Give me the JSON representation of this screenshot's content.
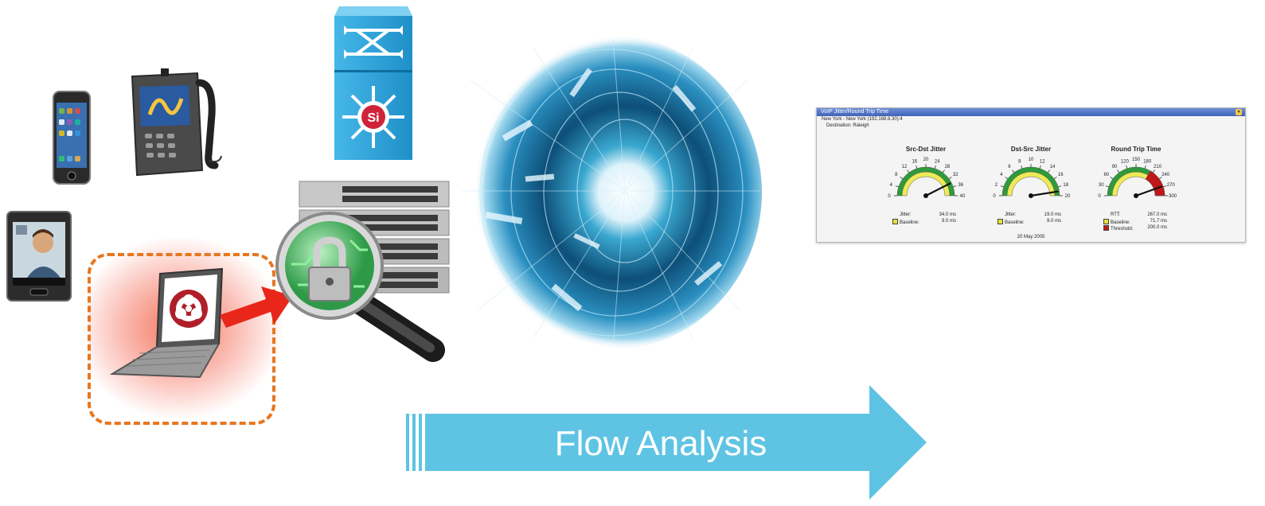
{
  "arrow": {
    "label": "Flow Analysis",
    "color": "#5fc4e4"
  },
  "panel": {
    "title": "VoIP Jitter/Round Trip Time",
    "subtitle": "New York - New York (192.168.8.30):4",
    "destination": "Destination: Raleigh",
    "date": "20 May 2005",
    "gauges": [
      {
        "title": "Src-Dst Jitter",
        "min": 0,
        "max": 40,
        "value": 34.0,
        "ticks": [
          "0",
          "4",
          "8",
          "12",
          "16",
          "20",
          "24",
          "28",
          "32",
          "36",
          "40"
        ],
        "rows": [
          {
            "label": "Jitter:",
            "value": "34.0 ms",
            "swatch": null
          },
          {
            "label": "Baseline:",
            "value": "9.0 ms",
            "swatch": "#e8e03a"
          }
        ]
      },
      {
        "title": "Dst-Src Jitter",
        "min": 0,
        "max": 20,
        "value": 19.0,
        "ticks": [
          "0",
          "2",
          "4",
          "6",
          "8",
          "10",
          "12",
          "14",
          "16",
          "18",
          "20"
        ],
        "rows": [
          {
            "label": "Jitter:",
            "value": "19.0 ms",
            "swatch": null
          },
          {
            "label": "Baseline:",
            "value": "9.0 ms",
            "swatch": "#e8e03a"
          }
        ]
      },
      {
        "title": "Round Trip Time",
        "min": 0,
        "max": 300,
        "value": 267.0,
        "ticks": [
          "0",
          "30",
          "60",
          "90",
          "120",
          "150",
          "180",
          "210",
          "240",
          "270",
          "300"
        ],
        "rows": [
          {
            "label": "RTT:",
            "value": "267.0 ms",
            "swatch": null
          },
          {
            "label": "Baseline:",
            "value": "71.7 ms",
            "swatch": "#e8e03a"
          },
          {
            "label": "Threshold:",
            "value": "200.0 ms",
            "swatch": "#c01818"
          }
        ]
      }
    ]
  },
  "devices": {
    "switch_badge": "Si"
  },
  "colors": {
    "accent": "#5fc4e4",
    "alert": "#e8761f",
    "switch_blue": "#2a9fd8"
  }
}
